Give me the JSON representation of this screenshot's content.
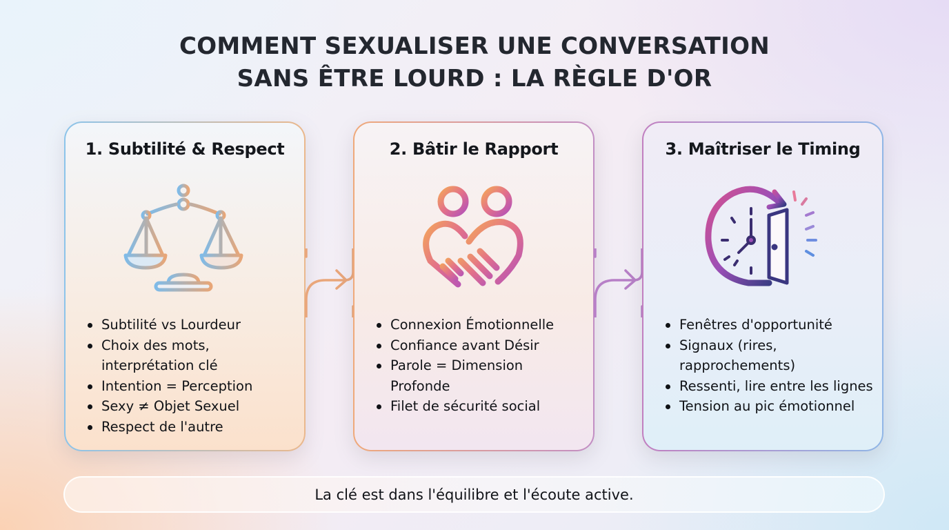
{
  "title": {
    "line1": "COMMENT SEXUALISER UNE CONVERSATION",
    "line2": "SANS ÊTRE LOURD : LA RÈGLE D'OR"
  },
  "cards": [
    {
      "title": "1. Subtilité & Respect",
      "icon": "balance-scale-icon",
      "accent": [
        "#8cc4ea",
        "#eab88c"
      ],
      "bullets": [
        "Subtilité vs Lourdeur",
        "Choix des mots, interprétation clé",
        "Intention = Perception",
        "Sexy ≠ Objet Sexuel",
        "Respect de l'autre"
      ]
    },
    {
      "title": "2. Bâtir le Rapport",
      "icon": "handshake-heart-icon",
      "accent": [
        "#efa97a",
        "#c28ec4"
      ],
      "bullets": [
        "Connexion Émotionnelle",
        "Confiance avant Désir",
        "Parole = Dimension Profonde",
        "Filet de sécurité social"
      ]
    },
    {
      "title": "3. Maîtriser le Timing",
      "icon": "clock-door-icon",
      "accent": [
        "#c17fc0",
        "#90b6e6"
      ],
      "bullets": [
        "Fenêtres d'opportunité",
        "Signaux (rires, rapprochements)",
        "Ressenti, lire entre les lignes",
        "Tension au pic émotionnel"
      ]
    }
  ],
  "connectors": [
    {
      "color": "#e9a67a"
    },
    {
      "color": "#b77fc7"
    }
  ],
  "footer": {
    "text": "La clé est dans l'équilibre et l'écoute active."
  }
}
